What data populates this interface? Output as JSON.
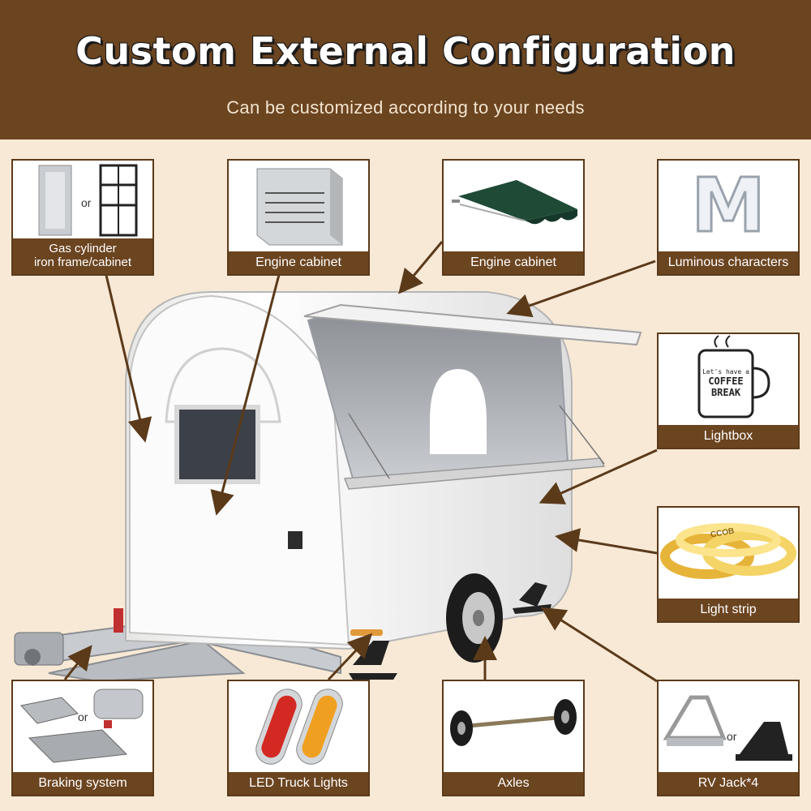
{
  "header": {
    "title": "Custom External Configuration",
    "subtitle": "Can be customized according to your needs"
  },
  "cards": {
    "gas_cylinder": {
      "label_line1": "Gas cylinder",
      "label_line2": "iron frame/cabinet",
      "or_text": "or"
    },
    "engine_cabinet_1": {
      "label": "Engine cabinet"
    },
    "engine_cabinet_2": {
      "label": "Engine cabinet"
    },
    "luminous_characters": {
      "label": "Luminous characters",
      "letter": "M"
    },
    "lightbox": {
      "label": "Lightbox",
      "sign_text_1": "Let's have a",
      "sign_text_2": "COFFEE",
      "sign_text_3": "BREAK"
    },
    "light_strip": {
      "label": "Light strip",
      "strip_text": "CCOB"
    },
    "braking_system": {
      "label": "Braking system",
      "or_text": "or"
    },
    "led_truck_lights": {
      "label": "LED Truck Lights"
    },
    "axles": {
      "label": "Axles"
    },
    "rv_jack": {
      "label": "RV Jack*4",
      "or_text": "or"
    }
  },
  "colors": {
    "background": "#f8e9d6",
    "header": "#6b4420",
    "label_bar": "#6b4420",
    "arrow": "#5b3a1a",
    "trailer_body": "#f4f4f2"
  }
}
